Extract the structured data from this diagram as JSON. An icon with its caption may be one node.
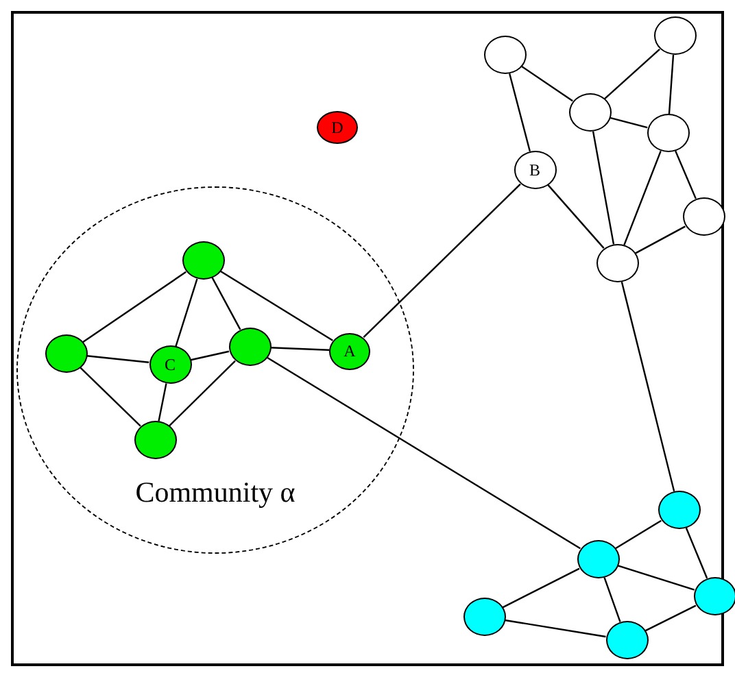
{
  "diagram": {
    "nodes": [
      {
        "text": [
          "Community α"
        ]
      },
      {
        "text": [],
        "shape": "circle",
        "in": 0
      },
      {
        "text": [],
        "shape": "circle",
        "in": 0
      },
      {
        "text": [
          "C"
        ],
        "in": 0
      },
      {
        "text": [],
        "shape": "circle",
        "in": 0
      },
      {
        "text": [
          "A"
        ],
        "in": 0
      },
      {
        "text": [],
        "shape": "circle",
        "in": 0
      },
      {
        "text": [
          "D"
        ]
      },
      {
        "text": [],
        "shape": "circle"
      },
      {
        "text": [],
        "shape": "circle"
      },
      {
        "text": [],
        "shape": "circle"
      },
      {
        "text": [],
        "shape": "circle"
      },
      {
        "text": [
          "B"
        ]
      },
      {
        "text": [],
        "shape": "circle"
      },
      {
        "text": [],
        "shape": "circle"
      },
      {
        "text": [],
        "shape": "circle"
      },
      {
        "text": [],
        "shape": "circle"
      },
      {
        "text": [],
        "shape": "circle"
      },
      {
        "text": [],
        "shape": "circle"
      },
      {
        "text": [],
        "shape": "circle"
      }
    ],
    "edges": [
      {
        "from": 1,
        "to": 2,
        "arrow": "none"
      },
      {
        "from": 1,
        "to": 3,
        "arrow": "none"
      },
      {
        "from": 1,
        "to": 4,
        "arrow": "none"
      },
      {
        "from": 1,
        "to": 5,
        "arrow": "none"
      },
      {
        "from": 2,
        "to": 3,
        "arrow": "none"
      },
      {
        "from": 2,
        "to": 6,
        "arrow": "none"
      },
      {
        "from": 3,
        "to": 4,
        "arrow": "none"
      },
      {
        "from": 3,
        "to": 6,
        "arrow": "none"
      },
      {
        "from": 6,
        "to": 4,
        "arrow": "none"
      },
      {
        "from": 4,
        "to": 5,
        "arrow": "none"
      },
      {
        "from": 5,
        "to": 12,
        "arrow": "none"
      },
      {
        "from": 4,
        "to": 16,
        "arrow": "none"
      },
      {
        "from": 8,
        "to": 10,
        "arrow": "none"
      },
      {
        "from": 8,
        "to": 12,
        "arrow": "none"
      },
      {
        "from": 9,
        "to": 10,
        "arrow": "none"
      },
      {
        "from": 9,
        "to": 11,
        "arrow": "none"
      },
      {
        "from": 10,
        "to": 11,
        "arrow": "none"
      },
      {
        "from": 10,
        "to": 14,
        "arrow": "none"
      },
      {
        "from": 12,
        "to": 14,
        "arrow": "none"
      },
      {
        "from": 11,
        "to": 14,
        "arrow": "none"
      },
      {
        "from": 11,
        "to": 13,
        "arrow": "none"
      },
      {
        "from": 13,
        "to": 14,
        "arrow": "none"
      },
      {
        "from": 14,
        "to": 15,
        "arrow": "none"
      },
      {
        "from": 15,
        "to": 16,
        "arrow": "none"
      },
      {
        "from": 15,
        "to": 18,
        "arrow": "none"
      },
      {
        "from": 16,
        "to": 17,
        "arrow": "none"
      },
      {
        "from": 16,
        "to": 18,
        "arrow": "none"
      },
      {
        "from": 16,
        "to": 19,
        "arrow": "none"
      },
      {
        "from": 17,
        "to": 19,
        "arrow": "none"
      },
      {
        "from": 19,
        "to": 18,
        "arrow": "none"
      }
    ]
  }
}
